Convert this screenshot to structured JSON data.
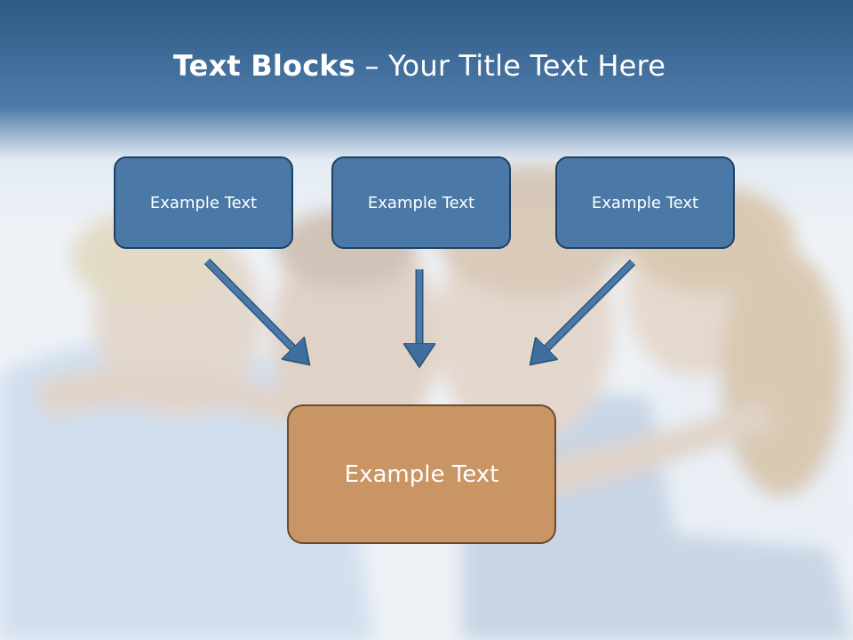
{
  "slide": {
    "title_bold": "Text Blocks",
    "title_dash": " – ",
    "title_rest": "Your Title Text Here"
  },
  "blocks": [
    {
      "label": "Example Text"
    },
    {
      "label": "Example Text"
    },
    {
      "label": "Example Text"
    }
  ],
  "main_block": {
    "label": "Example Text"
  },
  "colors": {
    "header": "#2f5a86",
    "block_fill": "#4a79a7",
    "block_border": "#1f3f63",
    "main_fill": "#c99565",
    "main_border": "#6d4a2b",
    "arrow": "#3f6f9f"
  },
  "background_image": "family-photo"
}
